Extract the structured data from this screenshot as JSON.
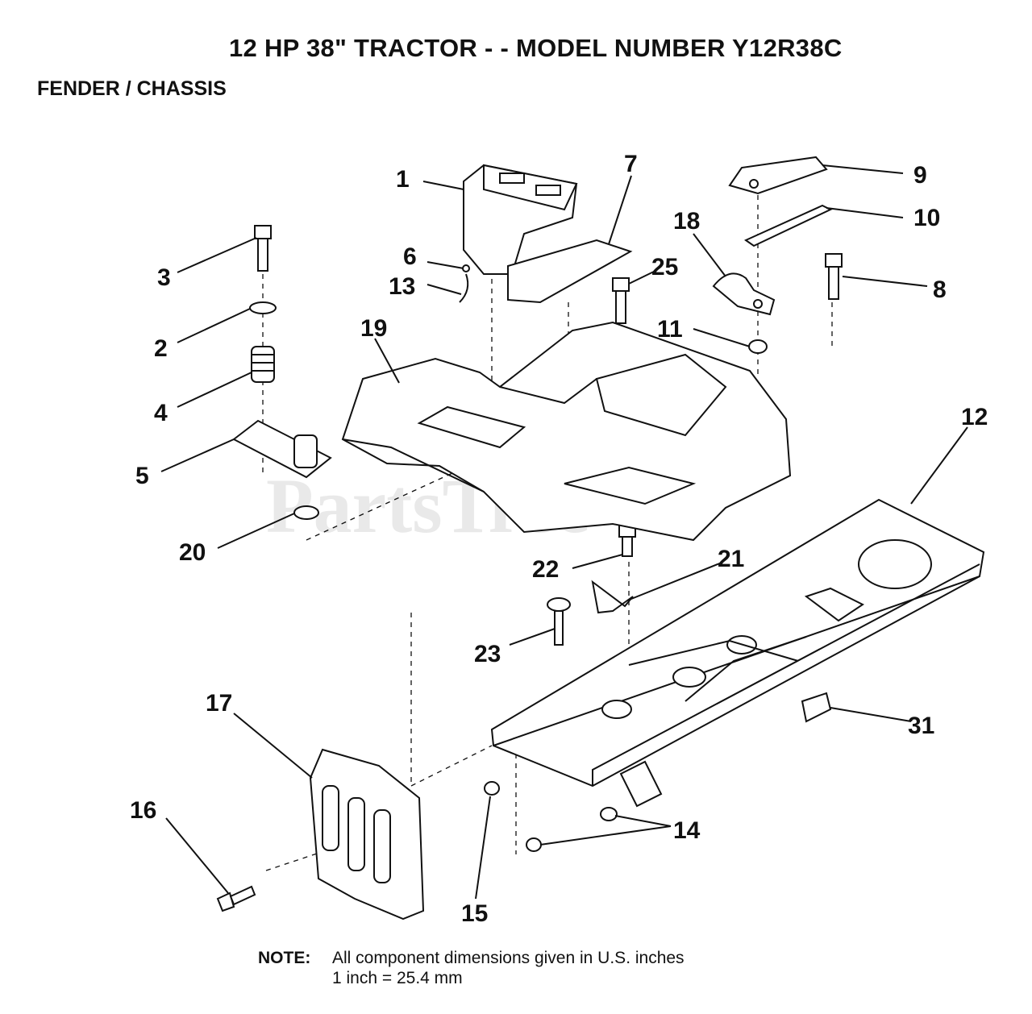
{
  "title": "12 HP 38\" TRACTOR - - MODEL NUMBER Y12R38C",
  "subtitle": "FENDER / CHASSIS",
  "watermark": "PartsTree",
  "note": {
    "label": "NOTE:",
    "line1": "All component dimensions given in U.S. inches",
    "line2": "1 inch = 25.4 mm"
  },
  "callouts": [
    "1",
    "2",
    "3",
    "4",
    "5",
    "6",
    "7",
    "8",
    "9",
    "10",
    "11",
    "12",
    "13",
    "14",
    "15",
    "16",
    "17",
    "18",
    "19",
    "20",
    "21",
    "22",
    "23",
    "25",
    "31"
  ],
  "parts": {
    "1": "seat-pan",
    "2": "washer",
    "3": "bolt",
    "4": "spring",
    "5": "spring-plate",
    "6": "small-screw",
    "7": "decal",
    "8": "bolt",
    "9": "bracket",
    "10": "plate",
    "11": "nut",
    "12": "chassis-frame",
    "13": "wire",
    "14": "nut",
    "15": "nut",
    "16": "bolt",
    "17": "rear-plate",
    "18": "clamp",
    "19": "fender",
    "20": "washer",
    "21": "bracket",
    "22": "bolt",
    "23": "carriage-bolt",
    "25": "bolt",
    "31": "clip"
  }
}
